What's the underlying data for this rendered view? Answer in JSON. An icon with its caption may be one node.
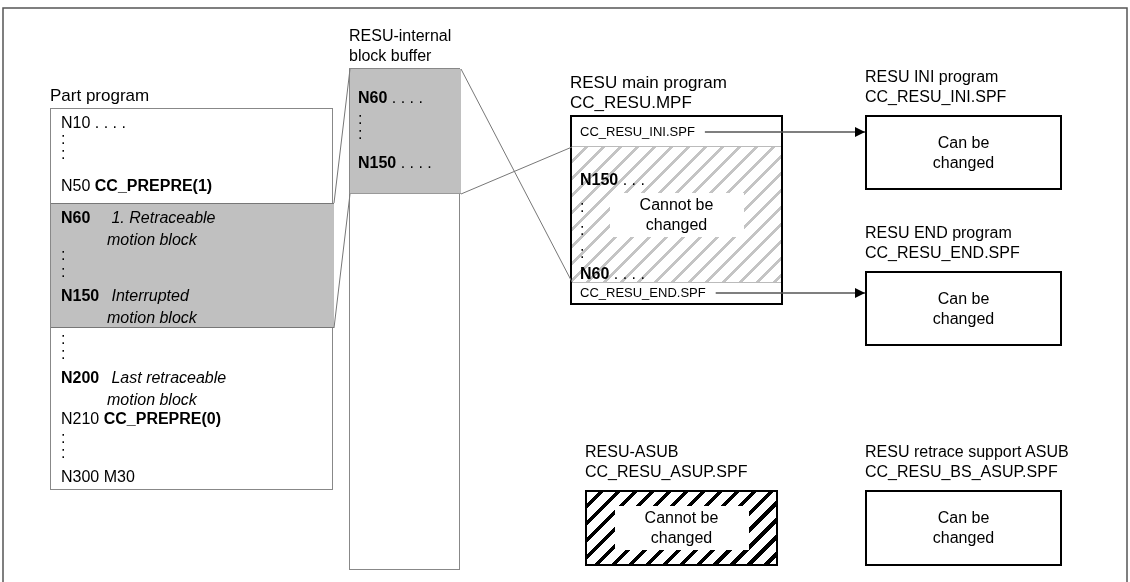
{
  "diagram": {
    "nodes": [
      {
        "text": [
          "Part program"
        ]
      },
      {
        "text": [
          "N10 . . . .",
          ":",
          ":",
          "N50 **CC_PREPRE(1)**"
        ],
        "in": 0
      },
      {
        "text": [
          "**N60** *1. Retraceable motion block*",
          ":",
          ":",
          "**N150** *Interrupted motion block*"
        ],
        "in": 0
      },
      {
        "text": [
          ":",
          ":",
          "**N200** *Last retraceable motion block*",
          "N210 **CC_PREPRE(0)**",
          ":",
          ":",
          "N300 M30"
        ],
        "in": 0
      },
      {
        "text": [
          "RESU-internal block buffer"
        ]
      },
      {
        "text": [
          "**N60** . . . .",
          ":",
          ":",
          "**N150** . . . ."
        ],
        "in": 4
      },
      {
        "text": [
          "RESU main program CC_RESU.MPF"
        ]
      },
      {
        "text": [
          "CC_RESU_INI.SPF"
        ],
        "in": 6
      },
      {
        "text": [
          "**N150** . . .",
          ":",
          ":",
          "Cannot be changed",
          ":",
          "**N60** . . . ."
        ],
        "in": 6
      },
      {
        "text": [
          "CC_RESU_END.SPF"
        ],
        "in": 6
      },
      {
        "text": [
          "RESU INI program CC_RESU_INI.SPF",
          "Can be changed"
        ]
      },
      {
        "text": [
          "RESU END program CC_RESU_END.SPF",
          "Can be changed"
        ]
      },
      {
        "text": [
          "RESU-ASUB CC_RESU_ASUP.SPF",
          "Cannot be changed"
        ]
      },
      {
        "text": [
          "RESU retrace support ASUB CC_RESU_BS_ASUP.SPF",
          "Can be changed"
        ]
      }
    ],
    "edges": [
      {
        "from": 2,
        "to": 5,
        "arrow": "none"
      },
      {
        "from": 2,
        "to": 5,
        "arrow": "none"
      },
      {
        "from": 5,
        "to": 8,
        "arrow": "none"
      },
      {
        "from": 5,
        "to": 8,
        "arrow": "none"
      },
      {
        "from": 7,
        "to": 10,
        "arrow": "to"
      },
      {
        "from": 9,
        "to": 11,
        "arrow": "to"
      }
    ]
  }
}
